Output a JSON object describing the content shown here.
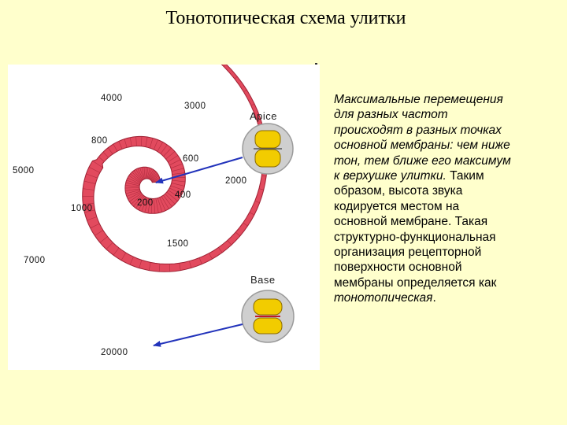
{
  "title": "Тонотопическая схема улитки",
  "figure": {
    "apex_label": "Apice",
    "base_label": "Base",
    "frequency_labels": [
      "4000",
      "3000",
      "800",
      "600",
      "5000",
      "2000",
      "400",
      "200",
      "1000",
      "1500",
      "7000",
      "20000"
    ],
    "colors": {
      "cochlea_red": "#e24a5e",
      "cochlea_stripe": "#9e2234",
      "arrow_blue": "#2233bb",
      "section_gray": "#cfcfcf",
      "section_yellow": "#f2cc00"
    }
  },
  "description": {
    "lines": [
      {
        "text": "Максимальные перемещения",
        "italic": true
      },
      {
        "text": "для разных частот",
        "italic": true
      },
      {
        "text": "происходят в разных точках",
        "italic": true
      },
      {
        "text": "основной мембраны: чем ниже",
        "italic": true
      },
      {
        "text": "тон, тем ближе его максимум",
        "italic": true
      },
      {
        "parts": [
          {
            "text": "к верхушке улитки.",
            "italic": true
          },
          {
            "text": " Таким",
            "italic": false
          }
        ]
      },
      {
        "text": "образом, высота звука",
        "italic": false
      },
      {
        "text": "кодируется местом на",
        "italic": false
      },
      {
        "text": "основной мембране. Такая",
        "italic": false
      },
      {
        "text": "структурно-функциональная",
        "italic": false
      },
      {
        "text": "организация рецепторной",
        "italic": false
      },
      {
        "text": "поверхности основной",
        "italic": false
      },
      {
        "parts": [
          {
            "text": "мембраны определяется как",
            "italic": false
          }
        ]
      },
      {
        "parts": [
          {
            "text": "тонотопическая",
            "italic": true
          },
          {
            "text": ".",
            "italic": false
          }
        ]
      }
    ]
  }
}
